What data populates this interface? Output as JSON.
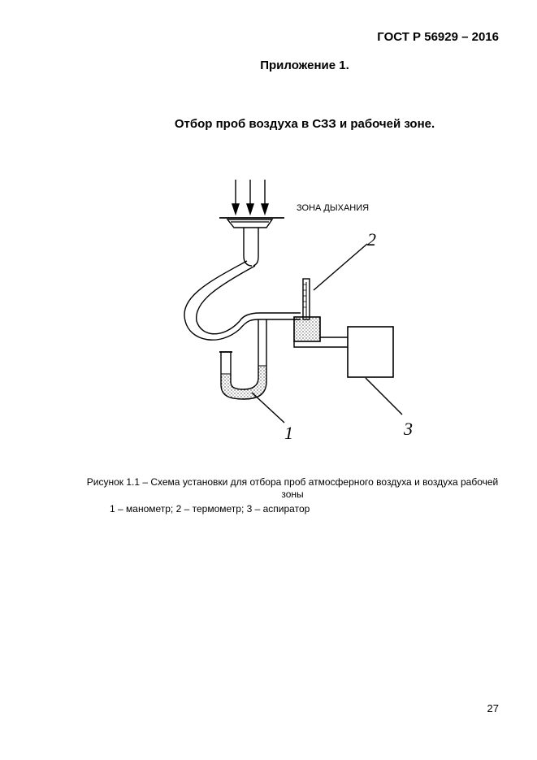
{
  "header": {
    "standard": "ГОСТ Р 56929 – 2016"
  },
  "appendix_title": "Приложение 1.",
  "section_title": "Отбор проб воздуха в СЗЗ и рабочей зоне.",
  "figure": {
    "zone_label": "ЗОНА ДЫХАНИЯ",
    "callout_1": "1",
    "callout_2": "2",
    "callout_3": "3"
  },
  "caption": {
    "text": "Рисунок 1.1 – Схема установки для отбора проб атмосферного воздуха и воздуха рабочей зоны",
    "legend": "1 – манометр; 2 – термометр; 3 – аспиратор"
  },
  "page_number": "27"
}
